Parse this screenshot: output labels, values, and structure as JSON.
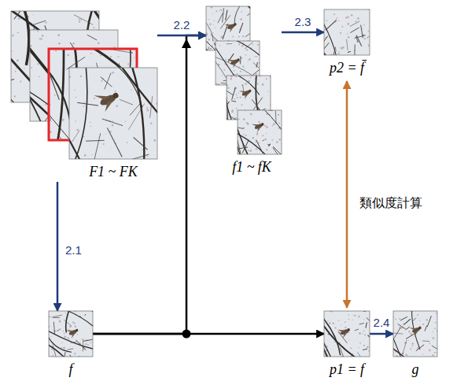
{
  "diagram": {
    "nodes": [
      {
        "text": [
          "F1 ~ FK"
        ]
      },
      {
        "text": [
          "f1 ~ fK"
        ]
      },
      {
        "text": [
          "p2 = f̄"
        ]
      },
      {
        "text": [
          "f"
        ]
      },
      {
        "text": [
          "p1 = f"
        ]
      },
      {
        "text": [
          "g"
        ]
      }
    ],
    "edges": [
      {
        "from": 0,
        "to": 1,
        "arrow": "to",
        "label": "2.2"
      },
      {
        "from": 1,
        "to": 2,
        "arrow": "to",
        "label": "2.3"
      },
      {
        "from": 0,
        "to": 3,
        "arrow": "to",
        "label": "2.1"
      },
      {
        "from": 3,
        "to": 4,
        "arrow": "to"
      },
      {
        "from": 3,
        "to": 1,
        "arrow": "to"
      },
      {
        "from": 2,
        "to": 4,
        "arrow": "both",
        "label": "類似度計算"
      },
      {
        "from": 4,
        "to": 5,
        "arrow": "to",
        "label": "2.4"
      }
    ]
  }
}
